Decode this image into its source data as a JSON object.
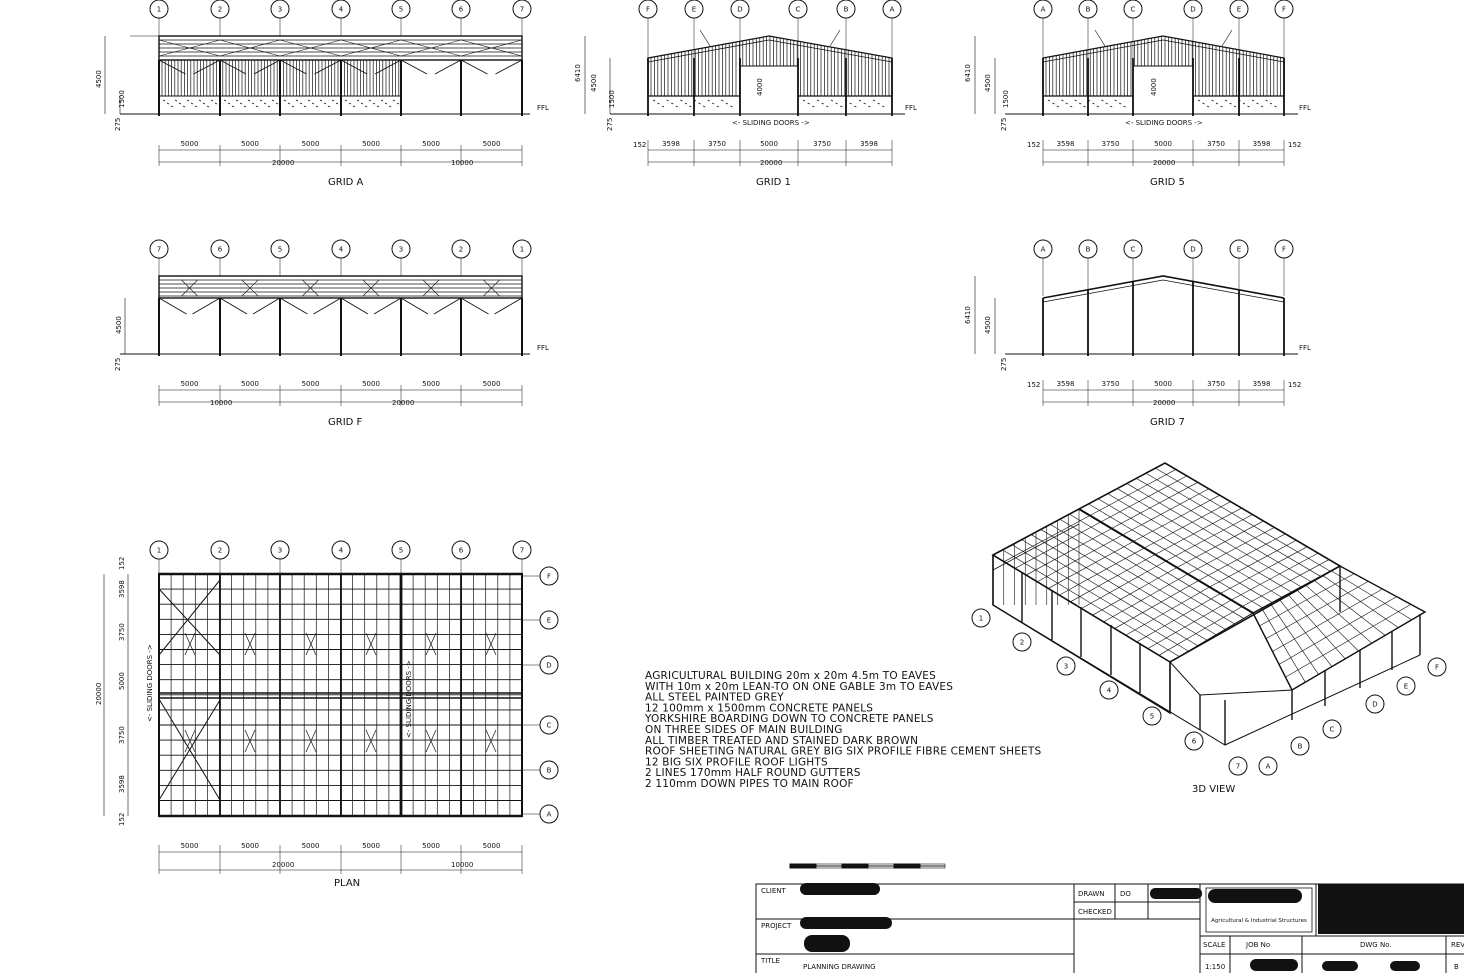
{
  "labels": {
    "ffl": "FFL",
    "sliding_doors": "<- SLIDING DOORS ->",
    "sliding_doors_plan": "<- SLIDING DOORS ->"
  },
  "grid_a": {
    "caption": "GRID A",
    "bubbles": [
      "1",
      "2",
      "3",
      "4",
      "5",
      "6",
      "7"
    ],
    "bays": [
      "5000",
      "5000",
      "5000",
      "5000",
      "5000",
      "5000"
    ],
    "totals": [
      "20000",
      "10000"
    ],
    "heights": [
      "4500",
      "1500",
      "275"
    ]
  },
  "grid_1": {
    "caption": "GRID 1",
    "bubbles": [
      "F",
      "E",
      "D",
      "C",
      "B",
      "A"
    ],
    "bays": [
      "3598",
      "3750",
      "5000",
      "3750",
      "3598"
    ],
    "edge": "152",
    "total": "20000",
    "heights": [
      "6410",
      "4500",
      "1500",
      "275"
    ],
    "door_height": "4000"
  },
  "grid_5": {
    "caption": "GRID 5",
    "bubbles": [
      "A",
      "B",
      "C",
      "D",
      "E",
      "F"
    ],
    "bays": [
      "3598",
      "3750",
      "5000",
      "3750",
      "3598"
    ],
    "edge_left": "152",
    "edge_right": "152",
    "total": "20000",
    "heights": [
      "6410",
      "4500",
      "1500",
      "275"
    ],
    "door_height": "4000"
  },
  "grid_f": {
    "caption": "GRID F",
    "bubbles": [
      "7",
      "6",
      "5",
      "4",
      "3",
      "2",
      "1"
    ],
    "bays": [
      "5000",
      "5000",
      "5000",
      "5000",
      "5000",
      "5000"
    ],
    "totals": [
      "10000",
      "20000"
    ],
    "heights": [
      "4500",
      "275"
    ]
  },
  "grid_7": {
    "caption": "GRID 7",
    "bubbles": [
      "A",
      "B",
      "C",
      "D",
      "E",
      "F"
    ],
    "bays": [
      "3598",
      "3750",
      "5000",
      "3750",
      "3598"
    ],
    "edge_left": "152",
    "edge_right": "152",
    "total": "20000",
    "heights": [
      "6410",
      "4500",
      "275"
    ]
  },
  "plan": {
    "caption": "PLAN",
    "bubbles_top": [
      "1",
      "2",
      "3",
      "4",
      "5",
      "6",
      "7"
    ],
    "bubbles_right": [
      "F",
      "E",
      "D",
      "C",
      "B",
      "A"
    ],
    "bays": [
      "5000",
      "5000",
      "5000",
      "5000",
      "5000",
      "5000"
    ],
    "totals": [
      "20000",
      "10000"
    ],
    "side_dims": [
      "152",
      "3598",
      "3750",
      "5000",
      "3750",
      "3598",
      "152"
    ],
    "side_total": "20000"
  },
  "view3d": {
    "caption": "3D VIEW",
    "bubbles_front": [
      "1",
      "2",
      "3",
      "4",
      "5",
      "6",
      "7"
    ],
    "bubbles_side": [
      "A",
      "B",
      "C",
      "D",
      "E",
      "F"
    ]
  },
  "notes": [
    "AGRICULTURAL BUILDING 20m x 20m 4.5m TO EAVES",
    "WITH 10m x 20m LEAN-TO ON ONE GABLE 3m TO EAVES",
    "ALL STEEL PAINTED GREY",
    "12 100mm x 1500mm CONCRETE PANELS",
    "YORKSHIRE BOARDING DOWN TO CONCRETE PANELS",
    "ON THREE SIDES OF MAIN BUILDING",
    "ALL TIMBER TREATED AND STAINED DARK BROWN",
    "ROOF SHEETING NATURAL GREY BIG SIX PROFILE FIBRE CEMENT SHEETS",
    "12 BIG SIX PROFILE ROOF LIGHTS",
    "2 LINES 170mm HALF ROUND GUTTERS",
    "2 110mm DOWN PIPES TO MAIN ROOF"
  ],
  "title_block": {
    "client_label": "CLIENT",
    "project_label": "PROJECT",
    "title_label": "TITLE",
    "title_value": "PLANNING DRAWING",
    "drawn_label": "DRAWN",
    "drawn_value": "DO",
    "checked_label": "CHECKED",
    "company": "Agricultural & Industrial Structures",
    "scale_label": "SCALE",
    "scale_value": "1:150",
    "job_label": "JOB No",
    "dwg_label": "DWG No.",
    "rev_label": "REV",
    "rev_value": "B"
  }
}
